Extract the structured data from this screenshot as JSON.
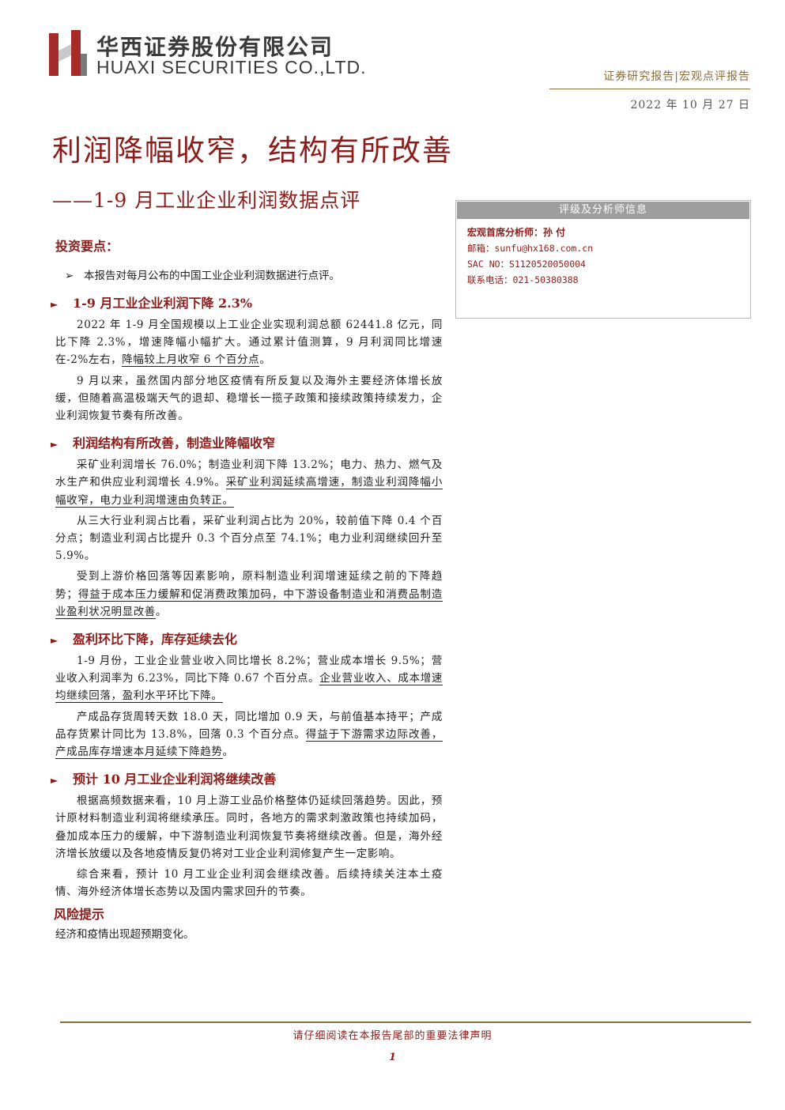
{
  "header": {
    "company_cn": "华西证券股份有限公司",
    "company_en": "HUAXI SECURITIES CO.,LTD.",
    "report_type": "证券研究报告|宏观点评报告",
    "date": "2022 年 10 月 27 日",
    "brand_color": "#8b1d1a"
  },
  "title": "利润降幅收窄，结构有所改善",
  "subtitle": "——1-9 月工业企业利润数据点评",
  "analyst_box": {
    "heading": "评级及分析师信息",
    "role_name": "宏观首席分析师：孙 付",
    "email": "邮箱：sunfu@hx168.com.cn",
    "sac": "SAC NO：S1120520050004",
    "phone": "联系电话：021-50380388"
  },
  "key_points_title": "投资要点：",
  "intro": "本报告对每月公布的中国工业企业利润数据进行点评。",
  "sections": [
    {
      "title": "1-9 月工业企业利润下降 2.3%",
      "p1a": "2022 年 1-9 月全国规模以上工业企业实现利润总额 62441.8 亿元，同比下降 2.3%，增速降幅小幅扩大。通过累计值测算，9 月利润同比增速在-2%左右，",
      "p1u": "降幅较上月收窄 6 个百分点",
      "p1b": "。",
      "p2": "9 月以来，虽然国内部分地区疫情有所反复以及海外主要经济体增长放缓，但随着高温极端天气的退却、稳增长一揽子政策和接续政策持续发力，企业利润恢复节奏有所改善。"
    },
    {
      "title": "利润结构有所改善，制造业降幅收窄",
      "p1a": "采矿业利润增长 76.0%；制造业利润下降 13.2%；电力、热力、燃气及水生产和供应业利润增长 4.9%。",
      "p1u": "采矿业利润延续高增速，制造业利润降幅小幅收窄，电力业利润增速由负转正。",
      "p2": "从三大行业利润占比看，采矿业利润占比为 20%，较前值下降 0.4 个百分点；制造业利润占比提升 0.3 个百分点至 74.1%；电力业利润继续回升至 5.9%。",
      "p3a": "受到上游价格回落等因素影响，原料制造业利润增速延续之前的下降趋势；",
      "p3u": "得益于成本压力缓解和促消费政策加码，中下游设备制造业和消费品制造业盈利状况明显改善",
      "p3b": "。"
    },
    {
      "title": "盈利环比下降，库存延续去化",
      "p1a": "1-9 月份，工业企业营业收入同比增长 8.2%；营业成本增长 9.5%；营业收入利润率为 6.23%，同比下降 0.67 个百分点。",
      "p1u": "企业营业收入、成本增速均继续回落，盈利水平环比下降。",
      "p2a": "产成品存货周转天数 18.0 天，同比增加 0.9 天，与前值基本持平；产成品存货累计同比为 13.8%，回落 0.3 个百分点。",
      "p2u": "得益于下游需求边际改善，产成品库存增速本月延续下降趋势",
      "p2b": "。"
    },
    {
      "title": "预计 10 月工业企业利润将继续改善",
      "p1": "根据高频数据来看，10 月上游工业品价格整体仍延续回落趋势。因此，预计原材料制造业利润将继续承压。同时，各地方的需求刺激政策也持续加码，叠加成本压力的缓解，中下游制造业利润恢复节奏将继续改善。但是，海外经济增长放缓以及各地疫情反复仍将对工业企业利润修复产生一定影响。",
      "p2": "综合来看，预计 10 月工业企业利润会继续改善。后续持续关注本土疫情、海外经济体增长态势以及国内需求回升的节奏。"
    }
  ],
  "risk": {
    "title": "风险提示",
    "text": "经济和疫情出现超预期变化。"
  },
  "footer": {
    "disclaimer": "请仔细阅读在本报告尾部的重要法律声明",
    "page": "1"
  }
}
